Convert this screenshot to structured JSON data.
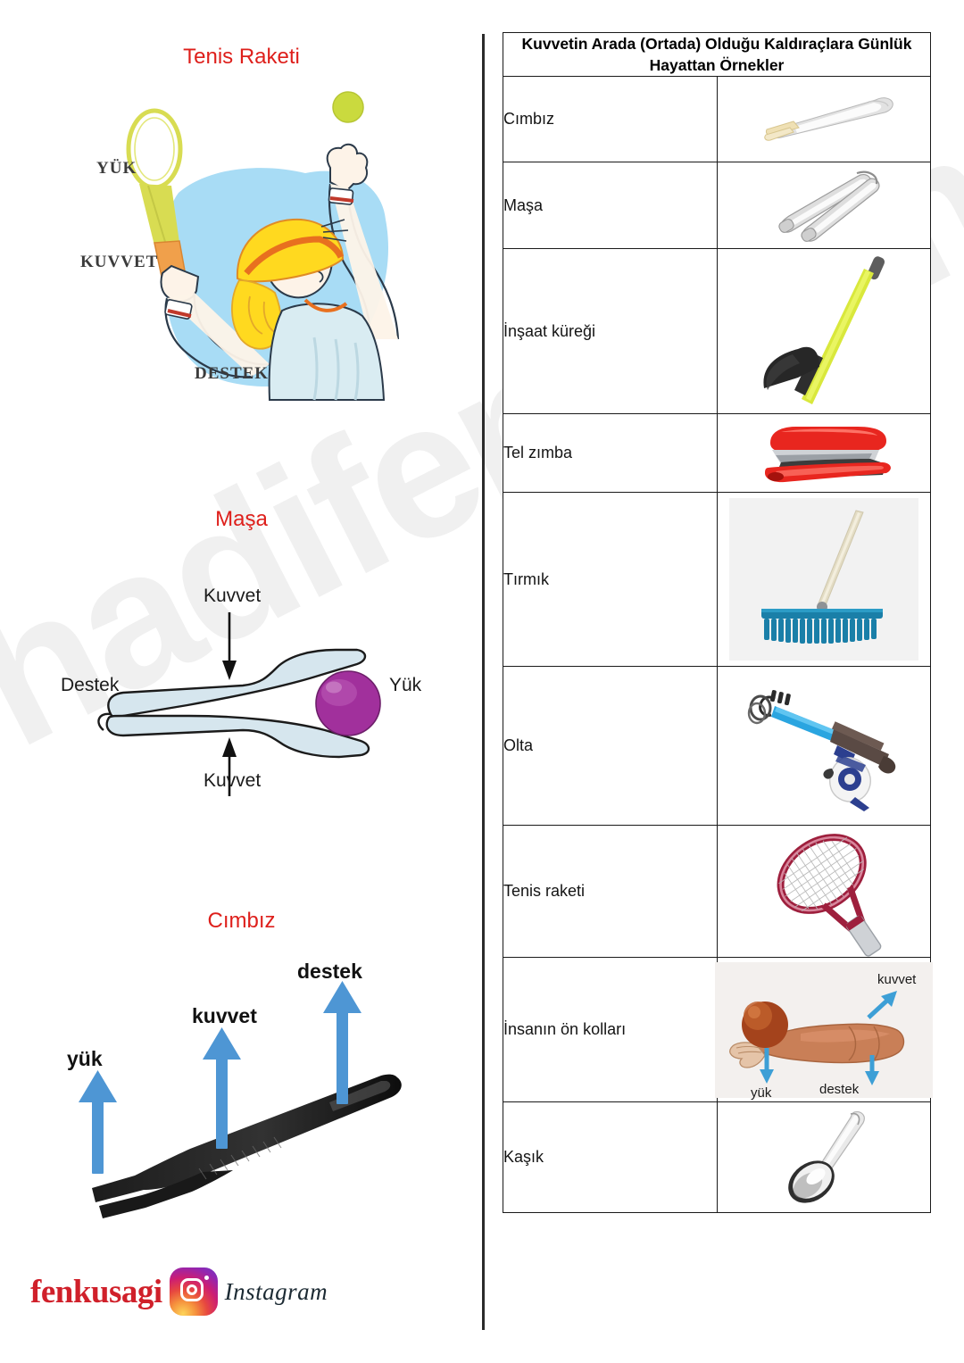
{
  "watermark": "hadifene.com",
  "left_column": {
    "sections": [
      {
        "title": "Tenis Raketi",
        "labels": {
          "load": "YÜK",
          "force": "KUVVET",
          "fulcrum": "DESTEK"
        }
      },
      {
        "title": "Maşa",
        "labels": {
          "force_top": "Kuvvet",
          "fulcrum": "Destek",
          "load": "Yük",
          "force_bottom": "Kuvvet"
        }
      },
      {
        "title": "Cımbız",
        "labels": {
          "load": "yük",
          "force": "kuvvet",
          "fulcrum": "destek"
        }
      }
    ]
  },
  "brand": {
    "name": "fenkusagi",
    "platform": "Instagram",
    "icon": "instagram-icon"
  },
  "table": {
    "header": "Kuvvetin Arada (Ortada) Olduğu Kaldıraçlara Günlük Hayattan Örnekler",
    "rows": [
      {
        "name": "Cımbız",
        "image": "tweezers-image"
      },
      {
        "name": "Maşa",
        "image": "tongs-image"
      },
      {
        "name": "İnşaat küreği",
        "image": "shovel-image"
      },
      {
        "name": "Tel zımba",
        "image": "stapler-image"
      },
      {
        "name": "Tırmık",
        "image": "rake-image"
      },
      {
        "name": "Olta",
        "image": "fishing-rod-image"
      },
      {
        "name": "Tenis raketi",
        "image": "tennis-racket-image"
      },
      {
        "name": "İnsanın ön kolları",
        "image": "forearm-diagram-image",
        "diagram_labels": {
          "force": "kuvvet",
          "fulcrum": "destek",
          "load": "yük"
        }
      },
      {
        "name": "Kaşık",
        "image": "spoon-image"
      }
    ]
  },
  "colors": {
    "title_red": "#de1f1b",
    "brand_red": "#d0202a",
    "arrow_blue": "#4e96d4",
    "table_border": "#1a1a1a",
    "watermark_gray": "#f0f0f0"
  }
}
